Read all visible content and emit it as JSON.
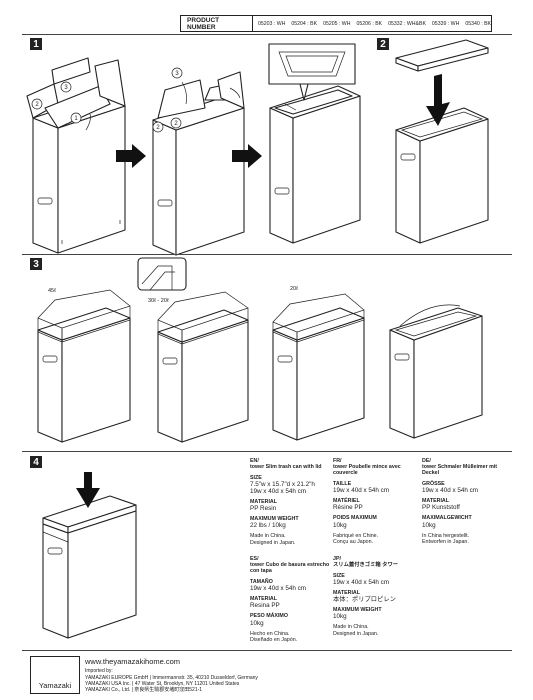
{
  "product_number": {
    "label": "PRODUCT NUMBER",
    "codes": [
      "05203 : WH",
      "05204 : BK",
      "05205 : WH",
      "05206 : BK",
      "05332 : WH&BK",
      "05339 : WH",
      "05340 : BK"
    ]
  },
  "steps": [
    "1",
    "2",
    "3",
    "4"
  ],
  "step1_circles": [
    "2",
    "3",
    "2",
    "3",
    "1",
    "2"
  ],
  "capacity_labels": [
    "45ℓ",
    "30ℓ - 20ℓ",
    "20ℓ"
  ],
  "specs": {
    "en": {
      "lang": "EN/",
      "name": "tower Slim trash can with lid",
      "size_h": "SIZE",
      "size_v1": "7.5\"w x 15.7\"d x 21.2\"h",
      "size_v2": "19w x 40d x 54h cm",
      "mat_h": "MATERIAL",
      "mat_v": "PP Resin",
      "wt_h": "MAXIMUM WEIGHT",
      "wt_v": "22 lbs / 10kg",
      "made": "Made in China.",
      "designed": "Designed in Japan."
    },
    "fr": {
      "lang": "FR/",
      "name": "tower Poubelle mince avec couvercle",
      "size_h": "TAILLE",
      "size_v": "19w x 40d x 54h cm",
      "mat_h": "MATÉRIEL",
      "mat_v": "Résine PP",
      "wt_h": "POIDS MAXIMUM",
      "wt_v": "10kg",
      "made": "Fabriqué en Chine.",
      "designed": "Conçu au Japon."
    },
    "de": {
      "lang": "DE/",
      "name": "tower Schmaler Mülleimer mit Deckel",
      "size_h": "GRÖSSE",
      "size_v": "19w x 40d x 54h cm",
      "mat_h": "MATERIAL",
      "mat_v": "PP Kunststoff",
      "wt_h": "MAXIMALGEWICHT",
      "wt_v": "10kg",
      "made": "In China hergestellt.",
      "designed": "Entworfen in Japan."
    },
    "es": {
      "lang": "ES/",
      "name": "tower Cubo de basura estrecho con tapa",
      "size_h": "TAMAÑO",
      "size_v": "19w x 40d x 54h cm",
      "mat_h": "MATERIAL",
      "mat_v": "Resina PP",
      "wt_h": "PESO MÁXIMO",
      "wt_v": "10kg",
      "made": "Hecho en China.",
      "designed": "Diseñado en Japón."
    },
    "jp": {
      "lang": "JP/",
      "name": "スリム蓋付きゴミ箱 タワー",
      "size_h": "SIZE",
      "size_v": "19w x 40d x 54h cm",
      "mat_h": "MATERIAL",
      "mat_v": "本体：ポリプロピレン",
      "wt_h": "MAXIMUM WEIGHT",
      "wt_v": "10kg",
      "made": "Made in China.",
      "designed": "Designed in Japan."
    }
  },
  "footer": {
    "logo": "Yamazaki",
    "url": "www.theyamazakihome.com",
    "imported_by": "Imported by:",
    "line1": "YAMAZAKI EUROPE GmbH | Immermannstr. 35, 40210 Dusseldorf, Germany",
    "line2": "YAMAZAKI USA Inc. | 47 Water St, Brooklyn, NY 11201 United States",
    "line3": "YAMAZAKI Co., Ltd. | 奈良県生駒郡安堵町窪田521-1"
  }
}
